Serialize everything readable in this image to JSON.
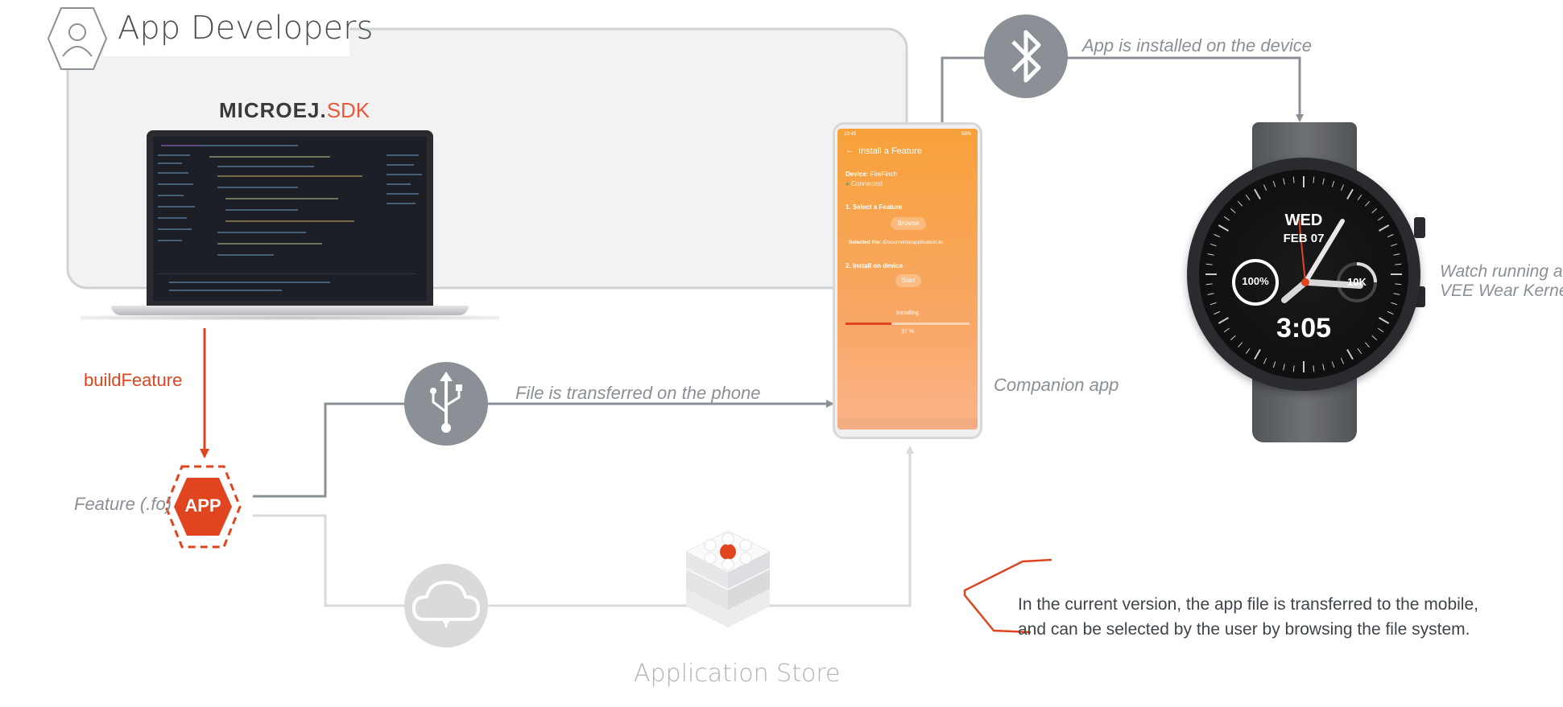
{
  "header": {
    "title": "App Developers",
    "user_icon": "user-hexagon-icon"
  },
  "sdk": {
    "brand_bold": "MICROEJ.",
    "brand_light": "SDK"
  },
  "labels": {
    "build_feature": "buildFeature",
    "feature_file": "Feature (.fo)",
    "app_badge": "APP",
    "file_transfer": "File is transferred on the phone",
    "app_installed": "App is installed on the device",
    "companion_app": "Companion app",
    "watch_line1": "Watch running a",
    "watch_line2": "VEE Wear Kernel",
    "application_store": "Application Store"
  },
  "note": {
    "text": "In the current version, the app file is transferred to the mobile, and can be selected by the user by browsing the file system."
  },
  "phone": {
    "status_time": "10:45",
    "status_battery": "58%",
    "title": "Install a Feature",
    "device_label": "Device:",
    "device_name": "FireFinch",
    "connection_status": "Connected",
    "step1": "1. Select a Feature",
    "browse_button": "Browse",
    "selected_file_label": "Selected file:",
    "selected_file_path": "/Documents/application.fo",
    "step2": "2. Install on device",
    "start_button": "Start",
    "installing_label": "Installing",
    "progress_percent": 37,
    "progress_text": "37 %"
  },
  "watch": {
    "day": "WED",
    "date": "FEB 07",
    "battery": "100%",
    "steps": "10K",
    "time": "3:05"
  },
  "icons": {
    "usb": "usb-icon",
    "bluetooth": "bluetooth-icon",
    "cloud": "cloud-icon",
    "store": "app-store-icon"
  },
  "colors": {
    "accent": "#e0451f",
    "line_gray": "#8a9096",
    "light_gray": "#d8dadc",
    "panel_bg": "#f2f2f2",
    "phone_orange": "#f7a13a"
  }
}
